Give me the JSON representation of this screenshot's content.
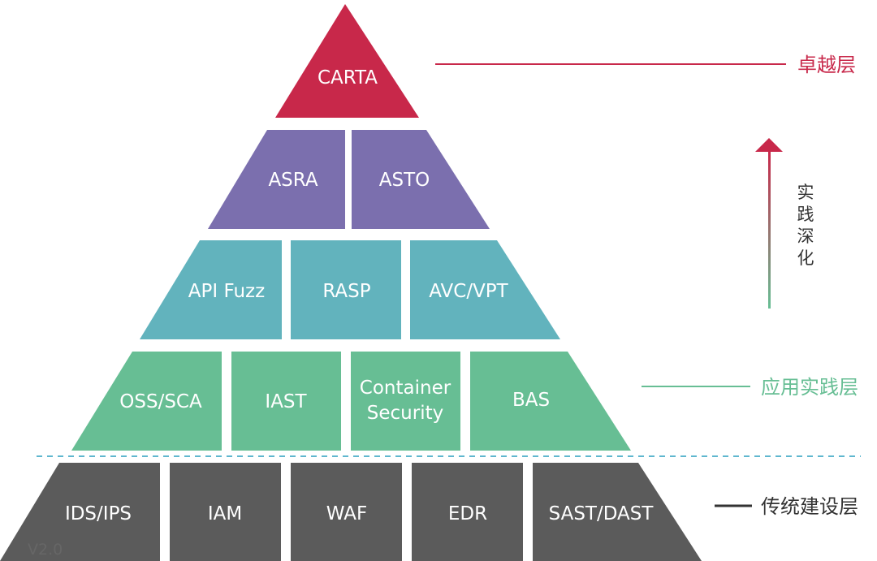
{
  "colors": {
    "top": "#c8284a",
    "purple": "#7b6fae",
    "blue": "#62b3bd",
    "green": "#67be94",
    "dark": "#5b5b5b",
    "divider": "#5fb7cf",
    "arrow_top": "#c8284a",
    "arrow_bottom": "#67be94",
    "legend_dark": "#333333"
  },
  "pyramid": {
    "top": {
      "label": "CARTA"
    },
    "tier2": [
      {
        "label": "ASRA"
      },
      {
        "label": "ASTO"
      }
    ],
    "tier3": [
      {
        "label": "API Fuzz"
      },
      {
        "label": "RASP"
      },
      {
        "label": "AVC/VPT"
      }
    ],
    "tier4": [
      {
        "label": "OSS/SCA"
      },
      {
        "label": "IAST"
      },
      {
        "label": "Container\nSecurity"
      },
      {
        "label": "BAS"
      }
    ],
    "tier5": [
      {
        "label": "IDS/IPS"
      },
      {
        "label": "IAM"
      },
      {
        "label": "WAF"
      },
      {
        "label": "EDR"
      },
      {
        "label": "SAST/DAST"
      }
    ]
  },
  "legend": {
    "excellence": "卓越层",
    "application": "应用实践层",
    "traditional": "传统建设层"
  },
  "arrow": {
    "label": [
      "实",
      "践",
      "深",
      "化"
    ]
  },
  "version": "V2.0"
}
